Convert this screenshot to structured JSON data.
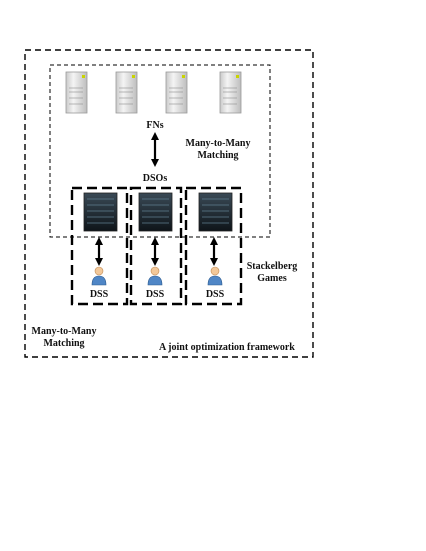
{
  "labels": {
    "fns": "FNs",
    "dsos": "DSOs",
    "matching_top_line1": "Many-to-Many",
    "matching_top_line2": "Matching",
    "stackelberg_line1": "Stackelberg",
    "stackelberg_line2": "Games",
    "matching_bottom_line1": "Many-to-Many",
    "matching_bottom_line2": "Matching",
    "framework": "A joint optimization framework",
    "dss": [
      "DSS",
      "DSS",
      "DSS"
    ]
  },
  "icons": {
    "fog_node": "server-icon",
    "dso": "rack-server-icon",
    "dss": "user-icon"
  }
}
